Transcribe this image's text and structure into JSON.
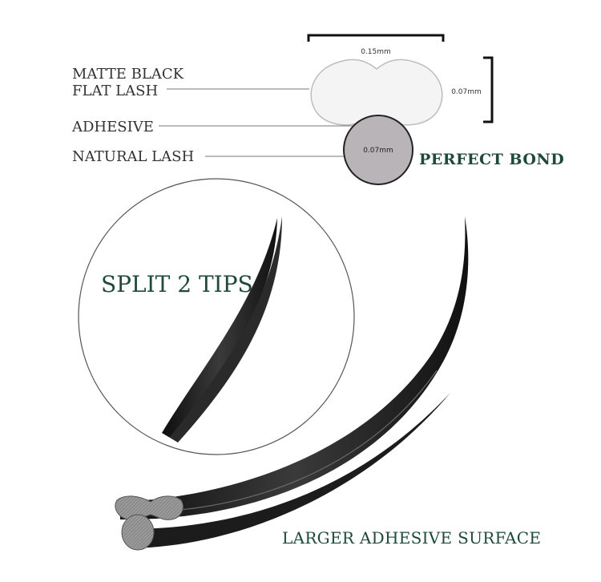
{
  "labels": {
    "matte_black_line1": "MATTE BLACK",
    "matte_black_line2": "FLAT LASH",
    "adhesive": "ADHESIVE",
    "natural_lash": "NATURAL LASH",
    "perfect_bond": "PERFECT BOND",
    "split_tips": "SPLIT 2 TIPS",
    "larger_adhesive": "LARGER ADHESIVE SURFACE"
  },
  "dimensions": {
    "flat_width": "0.15mm",
    "flat_height": "0.07mm",
    "natural_diameter": "0.07mm"
  },
  "colors": {
    "accent_green": "#1f4a3a",
    "label_gray": "#333333",
    "lash_dark": "#1a1a1a",
    "natural_fill": "#b8b4b8",
    "flat_fill": "#f4f4f4"
  }
}
